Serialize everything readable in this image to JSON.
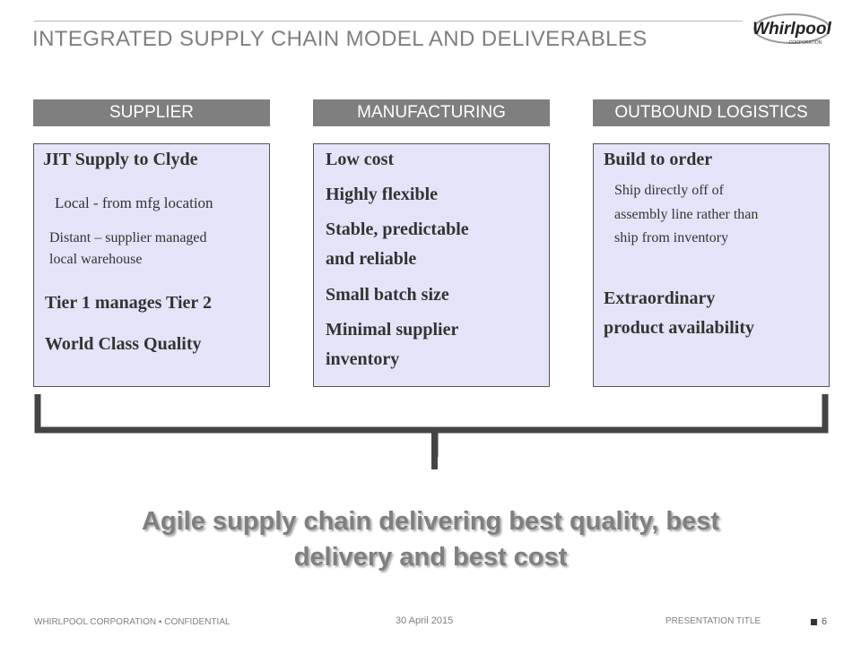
{
  "title": "INTEGRATED SUPPLY CHAIN MODEL AND DELIVERABLES",
  "logo": {
    "brand": "Whirlpool",
    "subtitle": "CORPORATION"
  },
  "columns": [
    {
      "header": "SUPPLIER",
      "items": [
        "JIT Supply to Clyde",
        "Local - from mfg location",
        "Distant – supplier managed",
        "local warehouse",
        "Tier 1 manages Tier 2",
        "World Class Quality"
      ]
    },
    {
      "header": "MANUFACTURING",
      "items": [
        "Low cost",
        "Highly flexible",
        "Stable, predictable",
        "and reliable",
        "Small batch size",
        "Minimal supplier",
        "inventory"
      ]
    },
    {
      "header": "OUTBOUND LOGISTICS",
      "items": [
        "Build to order",
        "Ship directly off of",
        "assembly line rather than",
        "ship from inventory",
        "Extraordinary",
        "product availability"
      ]
    }
  ],
  "headline": {
    "line1": "Agile supply chain delivering best quality, best",
    "line2": "delivery and best cost"
  },
  "footer": {
    "left": "WHIRLPOOL CORPORATION ▪ CONFIDENTIAL",
    "date": "30 April 2015",
    "presentation_title": "PRESENTATION TITLE",
    "page_number": "6"
  },
  "colors": {
    "header_bg": "#7f7f7f",
    "box_bg": "#e4e4f8",
    "text": "#333333",
    "title": "#7f7f7f"
  }
}
